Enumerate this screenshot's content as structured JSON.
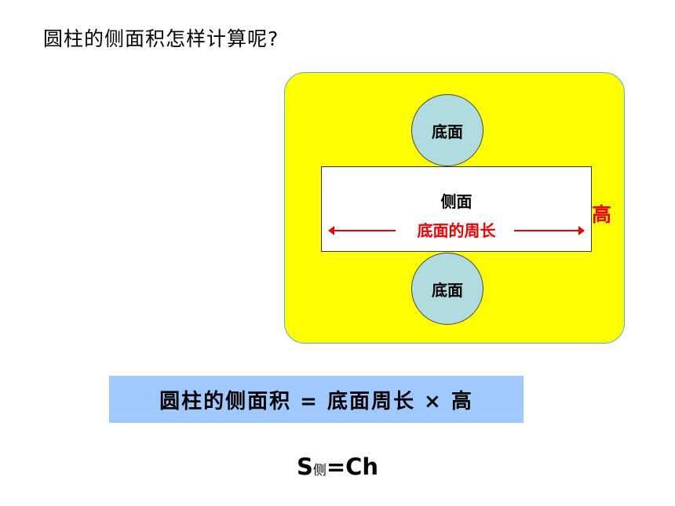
{
  "question": "圆柱的侧面积怎样计算呢?",
  "colors": {
    "panel_fill": "#ffff00",
    "circle_fill": "#b0dce0",
    "accent_red": "#ee0000",
    "formula_box_fill": "#9ecaff"
  },
  "diagram": {
    "top_circle_label": "底面",
    "bottom_circle_label": "底面",
    "lateral_label": "侧面",
    "circumference_label": "底面的周长",
    "height_label": "高"
  },
  "formula_text": "圆柱的侧面积 = 底面周长 × 高",
  "formula_symbolic": {
    "lhs_main": "S",
    "lhs_sub": "侧",
    "rhs": "=Ch"
  }
}
